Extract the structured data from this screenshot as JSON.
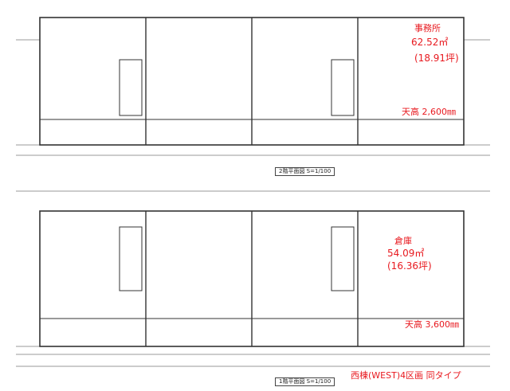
{
  "colors": {
    "line": "#333333",
    "red": "#e8191f",
    "label": "#222222"
  },
  "floor2": {
    "caption": "2階平面図 S=1/100",
    "annotation": {
      "room": "事務所",
      "area_sqm": "62.52㎡",
      "area_tsubo": "(18.91坪)",
      "ceiling": "天高 2,600㎜"
    }
  },
  "floor1": {
    "caption": "1階平面図 S=1/100",
    "annotation": {
      "room": "倉庫",
      "area_sqm": "54.09㎡",
      "area_tsubo": "(16.36坪)",
      "ceiling": "天高 3,600㎜"
    },
    "footer_note": "西棟(WEST)4区画 同タイプ"
  }
}
